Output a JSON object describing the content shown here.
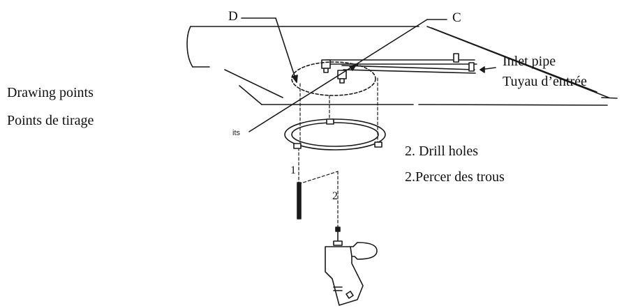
{
  "callouts": {
    "d": "D",
    "c": "C"
  },
  "labels": {
    "inlet_en": "Inlet pipe",
    "inlet_fr": "Tuyau d’entrée",
    "drawing_en": "Drawing points",
    "drawing_fr": "Points de tirage",
    "drill_en": "2. Drill holes",
    "drill_fr": "2.Percer des trous",
    "fragment": "its"
  },
  "steps": {
    "one": "1",
    "two": "2"
  },
  "icons": [
    "drill-icon",
    "pencil-icon",
    "ceiling-plate",
    "mounting-ring"
  ]
}
